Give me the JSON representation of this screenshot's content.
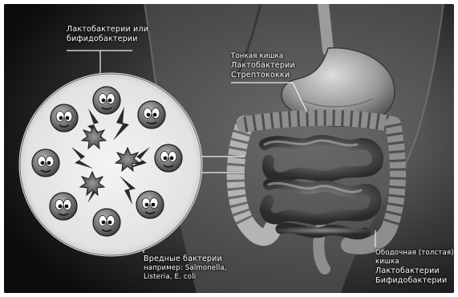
{
  "labels": {
    "probiotic": {
      "line1": "Лактобактерии или",
      "line2": "бифидобактерии"
    },
    "small_intestine": {
      "line1": "Тонкая кишка",
      "line2": "Лактобактерии",
      "line3": "Стрептококки"
    },
    "harmful": {
      "line1": "Вредные бактерии",
      "line2": "например: Salmonella,",
      "line3": "Listeria, E. coli"
    },
    "colon": {
      "line1": "Ободочная (толстая)",
      "line2": "кишка",
      "line3": "Лактобактерии",
      "line4": "Бифидобактерии"
    }
  }
}
